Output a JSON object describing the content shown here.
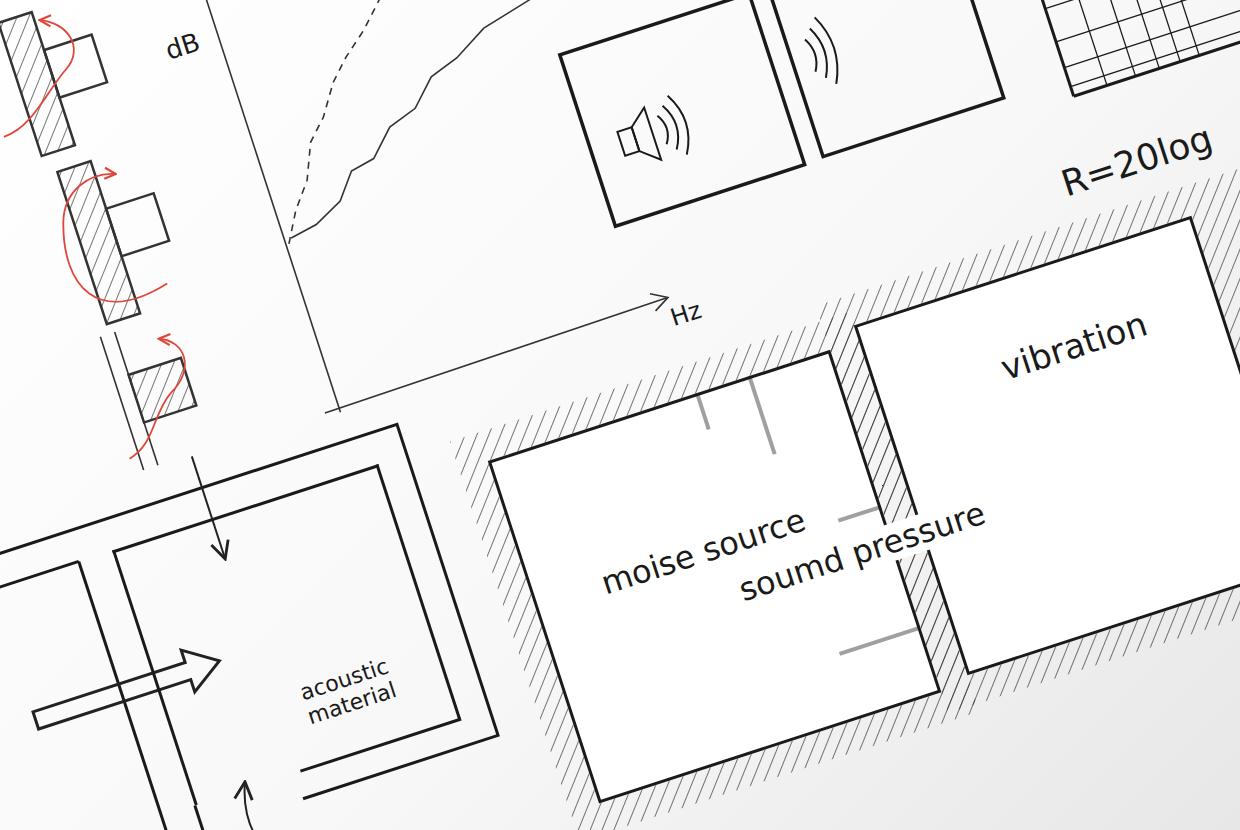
{
  "diagram": {
    "nodes": [
      {
        "text": [
          "moise source"
        ]
      },
      {
        "text": [
          "vibration"
        ]
      },
      {
        "text": [
          "acoustic material"
        ]
      }
    ],
    "edges": [
      {
        "from": 0,
        "to": 1,
        "arrow": "to"
      },
      {
        "from": 0,
        "to": 1,
        "arrow": "to"
      },
      {
        "from": 0,
        "to": 1,
        "arrow": "to"
      },
      {
        "from": 0,
        "to": 1,
        "arrow": "to"
      }
    ],
    "labels": [
      "dB",
      "Hz",
      "R=20log",
      "soumd pressure"
    ]
  }
}
